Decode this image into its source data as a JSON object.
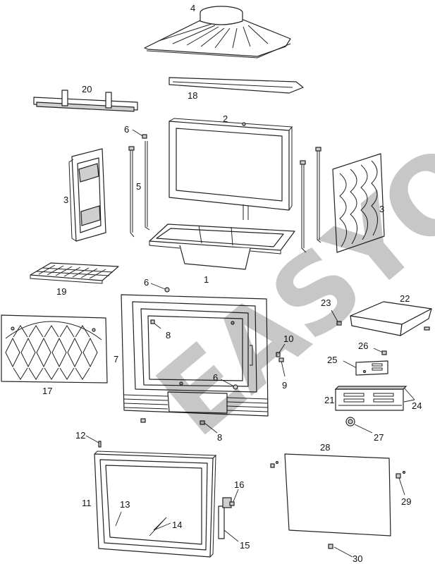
{
  "watermark": "EASYO",
  "labels": {
    "l1": "1",
    "l2": "2",
    "l3a": "3",
    "l3b": "3",
    "l4": "4",
    "l5": "5",
    "l6a": "6",
    "l6b": "6",
    "l6c": "6",
    "l7": "7",
    "l8a": "8",
    "l8b": "8",
    "l9": "9",
    "l10": "10",
    "l11": "11",
    "l12": "12",
    "l13": "13",
    "l14": "14",
    "l15": "15",
    "l16": "16",
    "l17": "17",
    "l18": "18",
    "l19": "19",
    "l20": "20",
    "l21": "21",
    "l22": "22",
    "l23": "23",
    "l24": "24",
    "l25": "25",
    "l26": "26",
    "l27": "27",
    "l28": "28",
    "l29": "29",
    "l30": "30"
  }
}
